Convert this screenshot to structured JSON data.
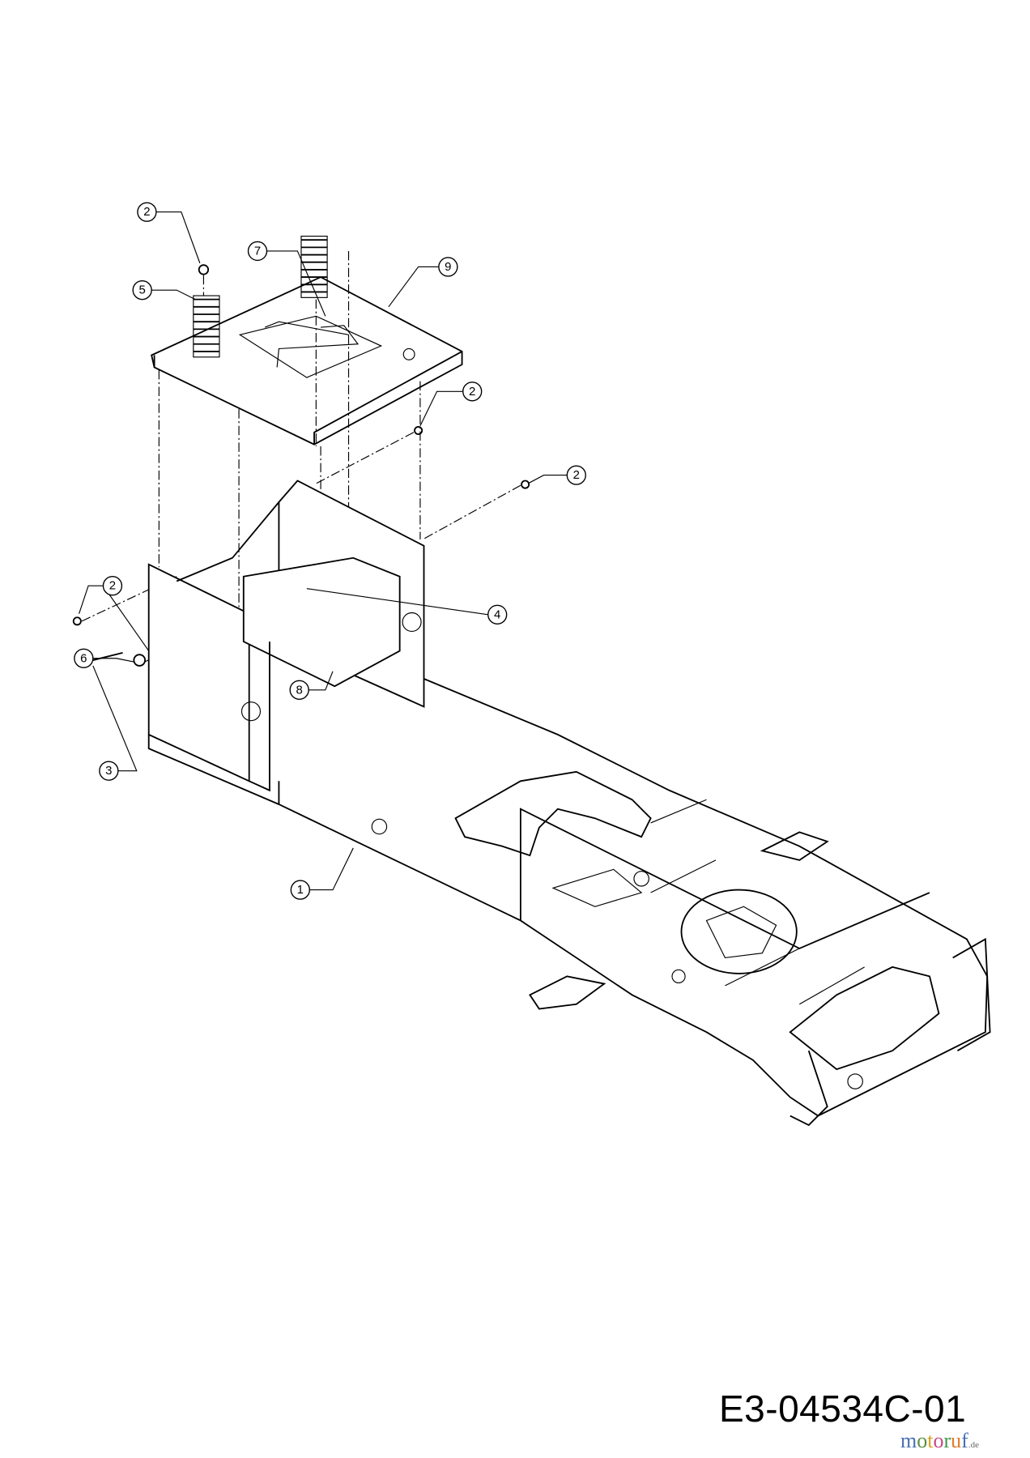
{
  "drawing_code": "E3-04534C-01",
  "watermark": {
    "text": "motoruf",
    "suffix": ".de",
    "colors": [
      "#4a6fb5",
      "#5a8f3c",
      "#d9a020",
      "#c84a8a",
      "#3d9a4a",
      "#e07b2a"
    ]
  },
  "callouts": [
    {
      "label": "2"
    },
    {
      "label": "5"
    },
    {
      "label": "7"
    },
    {
      "label": "9"
    },
    {
      "label": "2"
    },
    {
      "label": "2"
    },
    {
      "label": "2"
    },
    {
      "label": "4"
    },
    {
      "label": "6"
    },
    {
      "label": "8"
    },
    {
      "label": "3"
    },
    {
      "label": "1"
    }
  ]
}
